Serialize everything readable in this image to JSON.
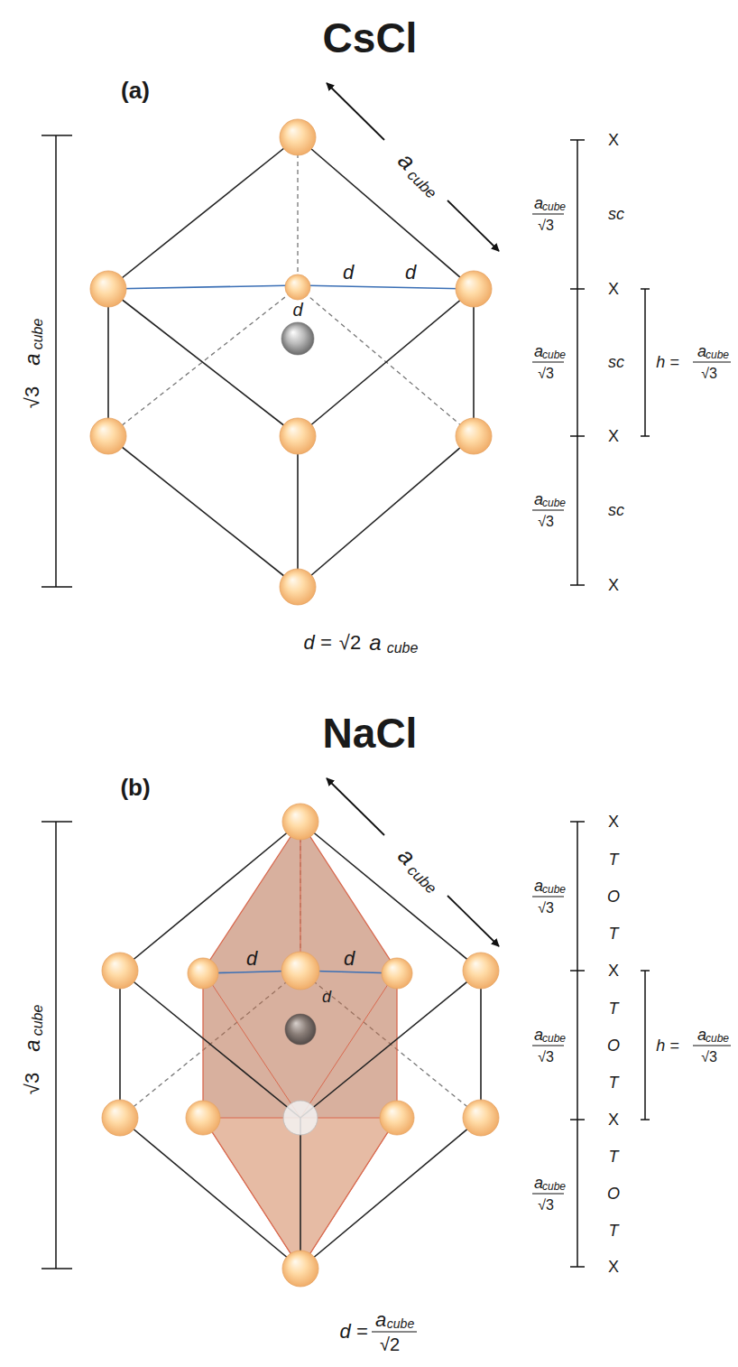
{
  "diagram": {
    "labels": [
      "CsCl",
      "(a)",
      "a",
      "cube",
      "√3",
      "a",
      "cube",
      "a",
      "cube",
      "√3",
      "a",
      "cube",
      "√3",
      "a",
      "cube",
      "√3",
      "X",
      "sc",
      "X",
      "sc",
      "X",
      "sc",
      "X",
      "h =",
      "a",
      "cube",
      "√3",
      "d",
      "d",
      "d",
      "d =",
      "√2",
      "a",
      "cube",
      "NaCl",
      "(b)",
      "a",
      "cube",
      "√3",
      "a",
      "cube",
      "a",
      "cube",
      "√3",
      "a",
      "cube",
      "√3",
      "a",
      "cube",
      "√3",
      "X",
      "T",
      "O",
      "T",
      "X",
      "T",
      "O",
      "T",
      "X",
      "T",
      "O",
      "T",
      "X",
      "h =",
      "a",
      "cube",
      "√3",
      "d",
      "d",
      "d",
      "d =",
      "a",
      "cube",
      "√2"
    ]
  }
}
